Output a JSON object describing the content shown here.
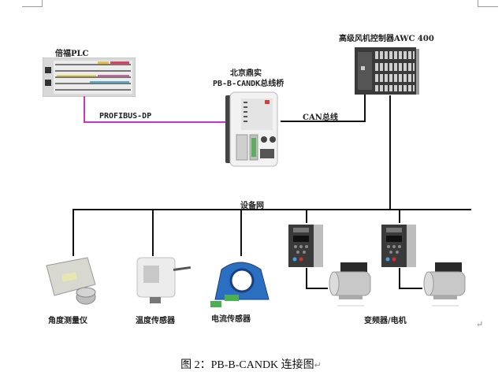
{
  "devices": {
    "plc": {
      "label": "倍福PLC"
    },
    "bridge": {
      "label_line1": "北京鼎实",
      "label_line2": "PB-B-CANDK总线桥"
    },
    "controller": {
      "label": "高级风机控制器AWC 400"
    },
    "angle_meter": {
      "label": "角度测量仪"
    },
    "temp_sensor": {
      "label": "温度传感器"
    },
    "current_sensor": {
      "label": "电流传感器"
    },
    "inverter_motor": {
      "label": "变频器/电机"
    }
  },
  "connections": {
    "profibus": {
      "label": "PROFIBUS-DP",
      "color": "#cc33cc"
    },
    "can": {
      "label": "CAN总线",
      "color": "#111111"
    },
    "device_net": {
      "label": "设备网",
      "color": "#111111"
    }
  },
  "caption": {
    "text": "图 2：PB-B-CANDK 连接图",
    "return_mark": "↵"
  },
  "paragraph_mark": "↵"
}
